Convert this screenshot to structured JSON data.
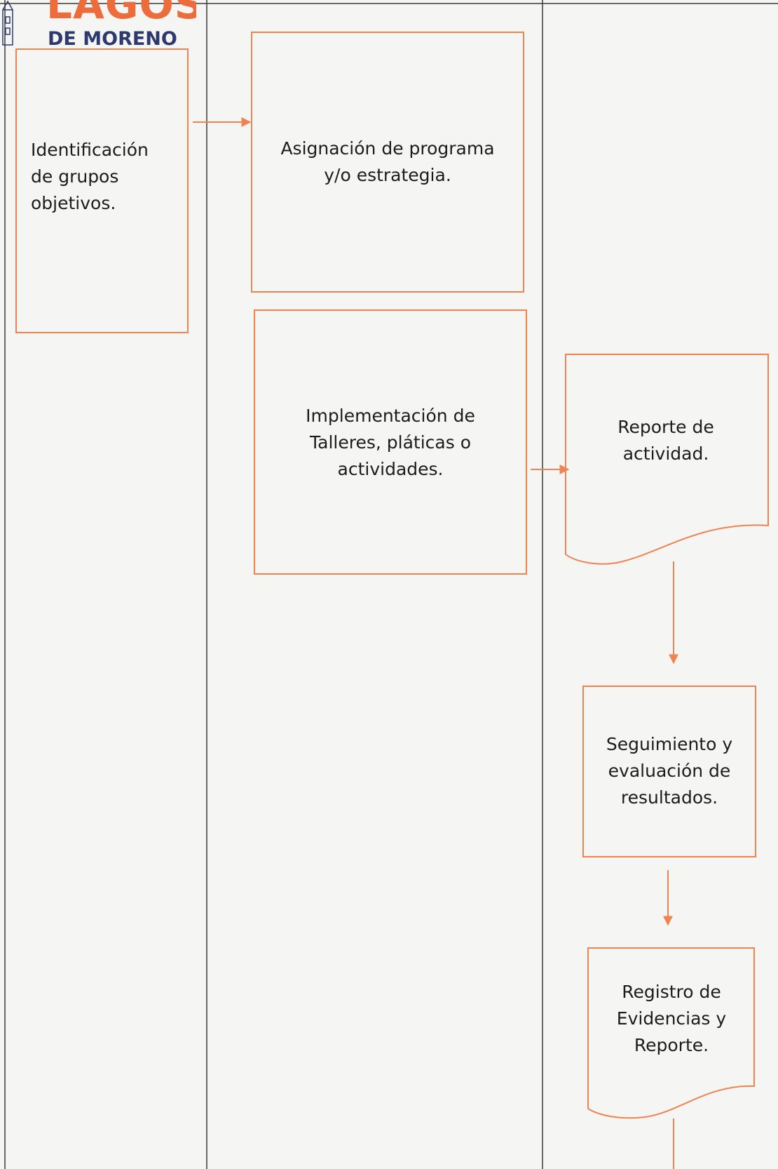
{
  "logo": {
    "line1": "LAGOS",
    "line2": "DE MORENO",
    "colors": {
      "primary": "#ec6c3c",
      "secondary": "#2e3a6e"
    }
  },
  "diagram": {
    "shape_color": "#f0834e",
    "lane_color": "#3a3a3a",
    "lanes": 3,
    "nodes": {
      "identificacion": {
        "text": "Identificación\nde grupos\nobjetivos.",
        "shape": "process"
      },
      "asignacion": {
        "text": "Asignación de programa\ny/o estrategia.",
        "shape": "process"
      },
      "implementacion": {
        "text": "Implementación de\nTalleres, pláticas o\nactividades.",
        "shape": "process"
      },
      "reporte_actividad": {
        "text": "Reporte de\nactividad.",
        "shape": "document"
      },
      "seguimiento": {
        "text": "Seguimiento y\nevaluación de\nresultados.",
        "shape": "process"
      },
      "registro": {
        "text": "Registro de\nEvidencias y\nReporte.",
        "shape": "document"
      }
    },
    "edges": [
      {
        "from": "identificacion",
        "to": "asignacion"
      },
      {
        "from": "implementacion",
        "to": "reporte_actividad"
      },
      {
        "from": "reporte_actividad",
        "to": "seguimiento"
      },
      {
        "from": "seguimiento",
        "to": "registro"
      }
    ]
  }
}
